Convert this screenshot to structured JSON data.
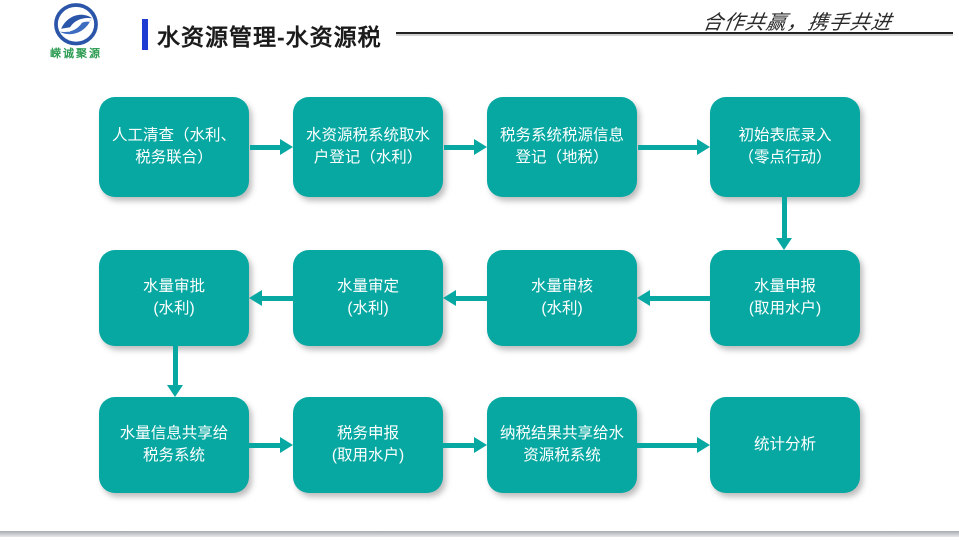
{
  "slide": {
    "logo": {
      "text": "嵘诚聚源"
    },
    "title": "水资源管理-水资源税",
    "slogan": "合作共赢，携手共进"
  },
  "colors": {
    "box_teal": "#07A8A2",
    "accent_blue": "#1E3BD2",
    "line_dark": "#222222",
    "logo_blue": "#2B55A8",
    "logo_text_green": "#2F9D54"
  },
  "flow": {
    "boxes": [
      {
        "step": 1,
        "text": "人工清查（水利、\n税务联合）"
      },
      {
        "step": 2,
        "text": "水资源税系统取水\n户登记（水利）"
      },
      {
        "step": 3,
        "text": "税务系统税源信息\n登记（地税）"
      },
      {
        "step": 4,
        "text": "初始表底录入\n（零点行动）"
      },
      {
        "step": 5,
        "text": "水量申报\n(取用水户)"
      },
      {
        "step": 6,
        "text": "水量审核\n(水利)"
      },
      {
        "step": 7,
        "text": "水量审定\n(水利)"
      },
      {
        "step": 8,
        "text": "水量审批\n(水利)"
      },
      {
        "step": 9,
        "text": "水量信息共享给\n税务系统"
      },
      {
        "step": 10,
        "text": "税务申报\n(取用水户)"
      },
      {
        "step": 11,
        "text": "纳税结果共享给水\n资源税系统"
      },
      {
        "step": 12,
        "text": "统计分析"
      }
    ]
  }
}
